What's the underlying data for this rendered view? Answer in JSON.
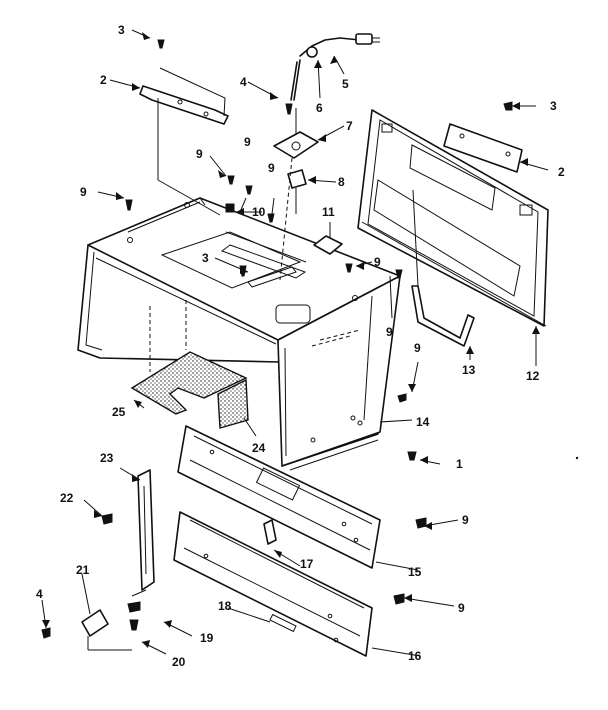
{
  "callouts": {
    "c1": "1",
    "c2a": "2",
    "c2b": "2",
    "c3a": "3",
    "c3b": "3",
    "c3c": "3",
    "c4a": "4",
    "c4b": "4",
    "c5": "5",
    "c6": "6",
    "c7": "7",
    "c8": "8",
    "c9a": "9",
    "c9b": "9",
    "c9c": "9",
    "c9d": "9",
    "c9e": "9",
    "c9f": "9",
    "c9g": "9",
    "c9h": "9",
    "c9i": "9",
    "c10": "10",
    "c11": "11",
    "c12": "12",
    "c13": "13",
    "c14": "14",
    "c15": "15",
    "c16": "16",
    "c17": "17",
    "c18": "18",
    "c19": "19",
    "c20": "20",
    "c21": "21",
    "c22": "22",
    "c23": "23",
    "c24": "24",
    "c25": "25"
  }
}
